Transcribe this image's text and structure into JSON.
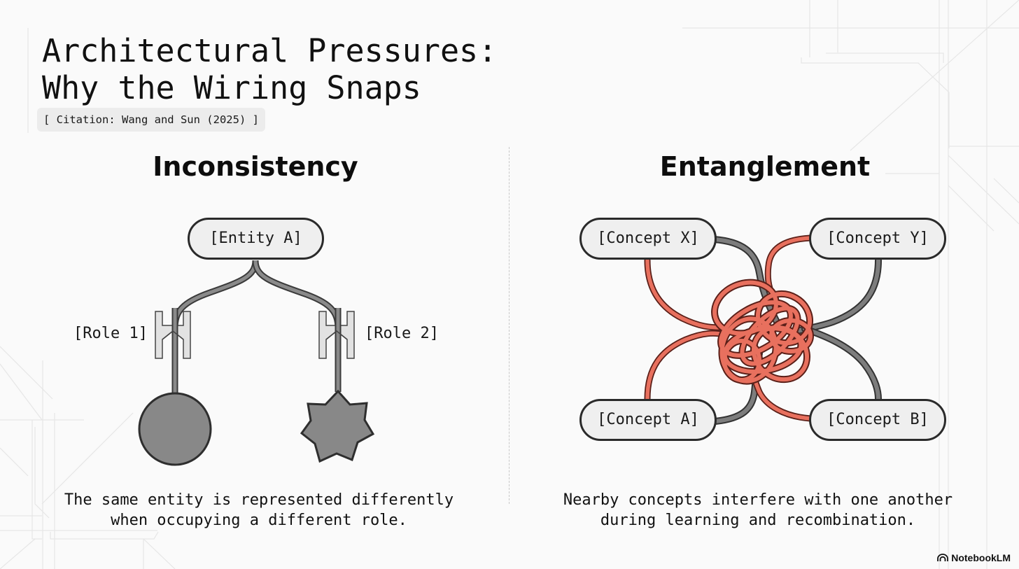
{
  "slide": {
    "title_lines": [
      "Architectural Pressures:",
      "Why the Wiring Snaps"
    ],
    "citation": "[ Citation: Wang and Sun (2025) ]",
    "brand": "NotebookLM",
    "brand_icon": "notebooklm-logo-icon"
  },
  "left_panel": {
    "heading": "Inconsistency",
    "entity": "[Entity A]",
    "roles": [
      "[Role 1]",
      "[Role 2]"
    ],
    "shapes": [
      "circle",
      "star"
    ],
    "caption_lines": [
      "The same entity is represented differently",
      "when occupying a different role."
    ]
  },
  "right_panel": {
    "heading": "Entanglement",
    "concepts": {
      "top_left": "[Concept X]",
      "top_right": "[Concept Y]",
      "bottom_left": "[Concept A]",
      "bottom_right": "[Concept B]"
    },
    "caption_lines": [
      "Nearby concepts interfere with one another",
      "during learning and recombination."
    ]
  },
  "colors": {
    "background": "#fafafa",
    "wire_gray": "#7d7d7d",
    "wire_outline": "#3a3a3a",
    "tangle_red": "#e8705e",
    "tangle_outline": "#5a1f18",
    "pill_fill": "#efefef",
    "shape_fill": "#888888",
    "role_fill": "#e0e0e0"
  }
}
